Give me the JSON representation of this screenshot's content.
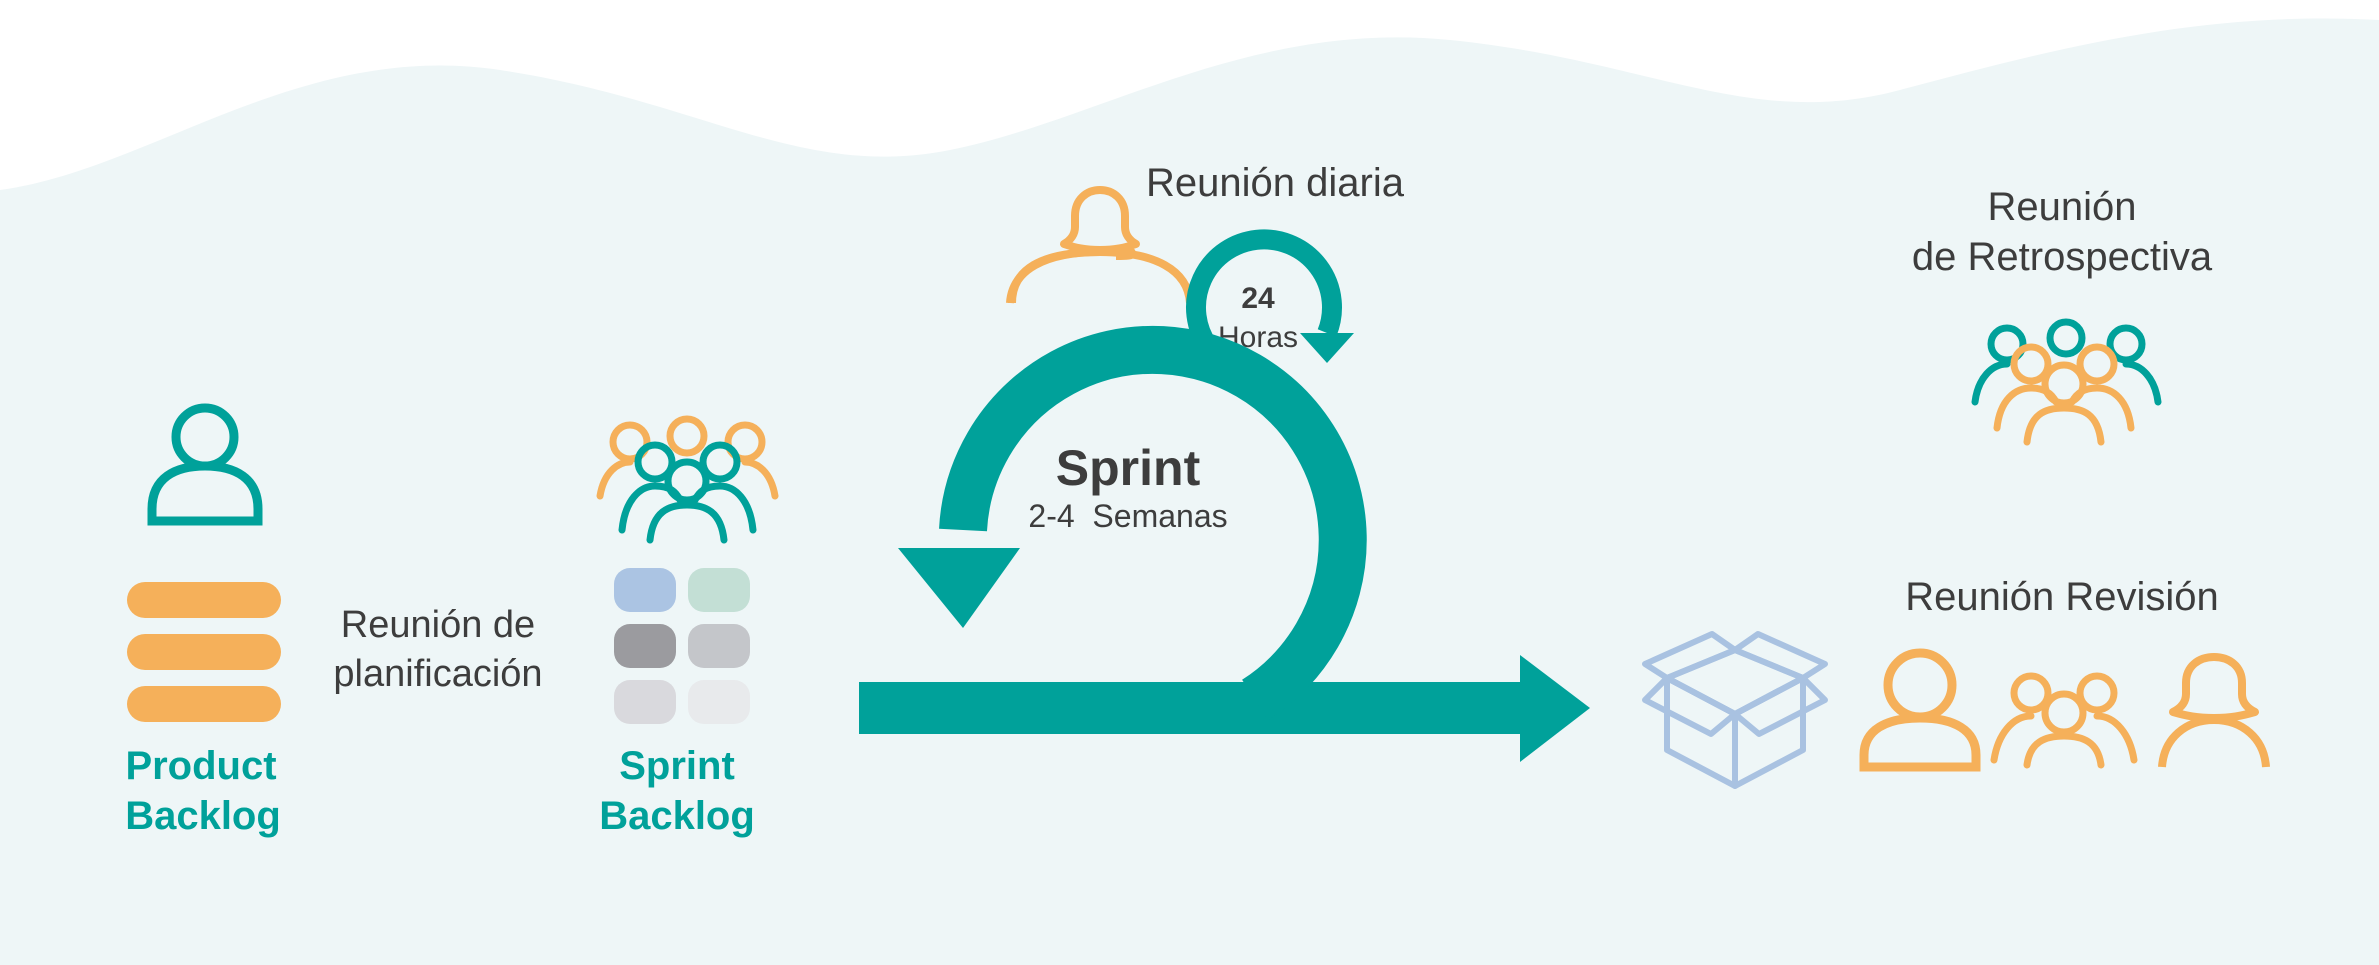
{
  "product_backlog": {
    "line1": "Product",
    "line2": "Backlog"
  },
  "planning_meeting": {
    "line1": "Reunión de",
    "line2": "planificación"
  },
  "sprint_backlog": {
    "line1": "Sprint",
    "line2": "Backlog"
  },
  "daily_meeting": {
    "label": "Reunión diaria",
    "hours_value": "24",
    "hours_unit": "Horas"
  },
  "sprint": {
    "title": "Sprint",
    "duration": "2-4  Semanas"
  },
  "retrospective": {
    "line1": "Reunión",
    "line2": "de Retrospectiva"
  },
  "review": {
    "label": "Reunión Revisión"
  },
  "colors": {
    "teal": "#00a19a",
    "orange": "#f5b05a",
    "background": "#eef6f7",
    "box_blue": "#a9c2e1"
  },
  "icons": [
    "person-icon",
    "group-icon",
    "woman-icon",
    "box-icon",
    "backlog-bars-icon",
    "cycle-arrow-icon"
  ]
}
